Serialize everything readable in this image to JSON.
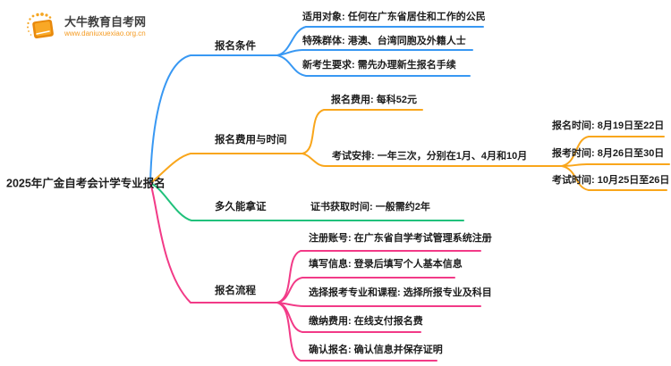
{
  "logo": {
    "title": "大牛教育自考网",
    "url": "www.daniuxuexiao.org.cn",
    "brand_color": "#F59B22"
  },
  "root": {
    "label": "2025年广金自考会计学专业报名"
  },
  "colors": {
    "branch1": "#3898F3",
    "branch2": "#F9A61B",
    "branch3": "#20C17B",
    "branch4": "#F23A87",
    "text": "#1D1D1D"
  },
  "branches": [
    {
      "label": "报名条件",
      "color": "#3898F3",
      "children": [
        {
          "label": "适用对象: 任何在广东省居住和工作的公民"
        },
        {
          "label": "特殊群体: 港澳、台湾同胞及外籍人士"
        },
        {
          "label": "新考生要求: 需先办理新生报名手续"
        }
      ]
    },
    {
      "label": "报名费用与时间",
      "color": "#F9A61B",
      "children": [
        {
          "label": "报名费用: 每科52元"
        },
        {
          "label": "考试安排: 一年三次，分别在1月、4月和10月",
          "children": [
            {
              "label": "报名时间: 8月19日至22日"
            },
            {
              "label": "报考时间: 8月26日至30日"
            },
            {
              "label": "考试时间: 10月25日至26日"
            }
          ]
        }
      ]
    },
    {
      "label": "多久能拿证",
      "color": "#20C17B",
      "children": [
        {
          "label": "证书获取时间: 一般需约2年"
        }
      ]
    },
    {
      "label": "报名流程",
      "color": "#F23A87",
      "children": [
        {
          "label": "注册账号: 在广东省自学考试管理系统注册"
        },
        {
          "label": "填写信息: 登录后填写个人基本信息"
        },
        {
          "label": "选择报考专业和课程: 选择所报专业及科目"
        },
        {
          "label": "缴纳费用: 在线支付报名费"
        },
        {
          "label": "确认报名: 确认信息并保存证明"
        }
      ]
    }
  ]
}
